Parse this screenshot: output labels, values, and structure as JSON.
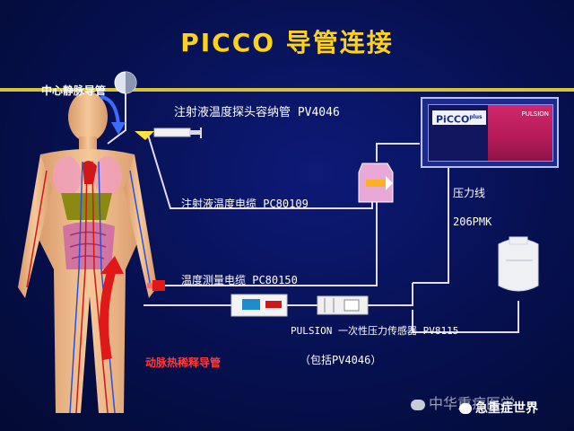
{
  "title": "PICCO 导管连接",
  "labels": {
    "central_venous": "中心静脉导管",
    "injectate_housing": "注射液温度探头容纳管 PV4046",
    "injectate_cable": "注射液温度电缆 PC80109",
    "temperature_cable": "温度测量电缆 PC80150",
    "arterial_catheter": "动脉热稀释导管",
    "pressure_line": "压力线",
    "pressure_line_code": "206PMK",
    "transducer": "PULSION 一次性压力传感器 PV8115",
    "includes": "（包括PV4046）"
  },
  "monitor": {
    "logo": "PiCCO",
    "logo_suffix": "plus",
    "brand": "PULSION"
  },
  "watermark": {
    "line1": "中华重症医学",
    "line2": "急重症世界"
  },
  "colors": {
    "title": "#ffd21a",
    "background": "#06104e",
    "line": "#d7c33a",
    "tube": "#d8c8e8",
    "arrow_red": "#e01818",
    "arrow_blue": "#3a6cff"
  }
}
